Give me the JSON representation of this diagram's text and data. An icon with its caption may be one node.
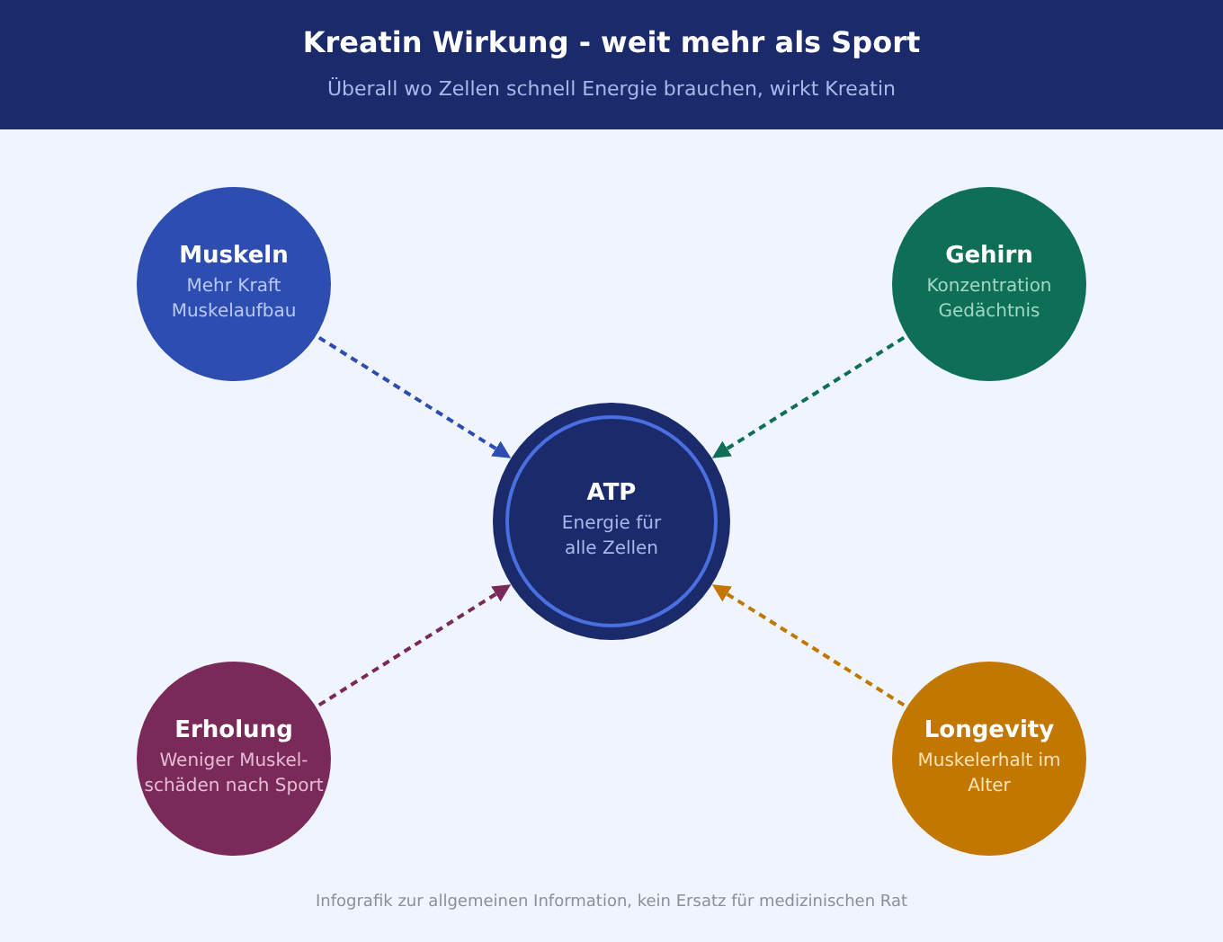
{
  "diagram": {
    "title": "Kreatin Wirkung - weit mehr als Sport",
    "labels": [
      "Überall wo Zellen schnell Energie brauchen, wirkt Kreatin"
    ],
    "caption": "Infografik zur allgemeinen Information, kein Ersatz für medizinischen Rat",
    "nodes": [
      {
        "text": [
          "Muskeln",
          "Mehr Kraft Muskelaufbau"
        ]
      },
      {
        "text": [
          "Gehirn",
          "Konzentration Gedächtnis"
        ]
      },
      {
        "text": [
          "ATP",
          "Energie für alle Zellen"
        ]
      },
      {
        "text": [
          "Erholung",
          "Weniger Muskel- schäden nach Sport"
        ]
      },
      {
        "text": [
          "Longevity",
          "Muskelerhalt im Alter"
        ]
      }
    ],
    "edges": [
      {
        "from": 0,
        "to": 2,
        "arrow": "to",
        "style": "dashed",
        "color": "#2d4eb0"
      },
      {
        "from": 1,
        "to": 2,
        "arrow": "to",
        "style": "dashed",
        "color": "#0e6e56"
      },
      {
        "from": 3,
        "to": 2,
        "arrow": "to",
        "style": "dashed",
        "color": "#7a2a58"
      },
      {
        "from": 4,
        "to": 2,
        "arrow": "to",
        "style": "dashed",
        "color": "#c27700"
      }
    ]
  }
}
